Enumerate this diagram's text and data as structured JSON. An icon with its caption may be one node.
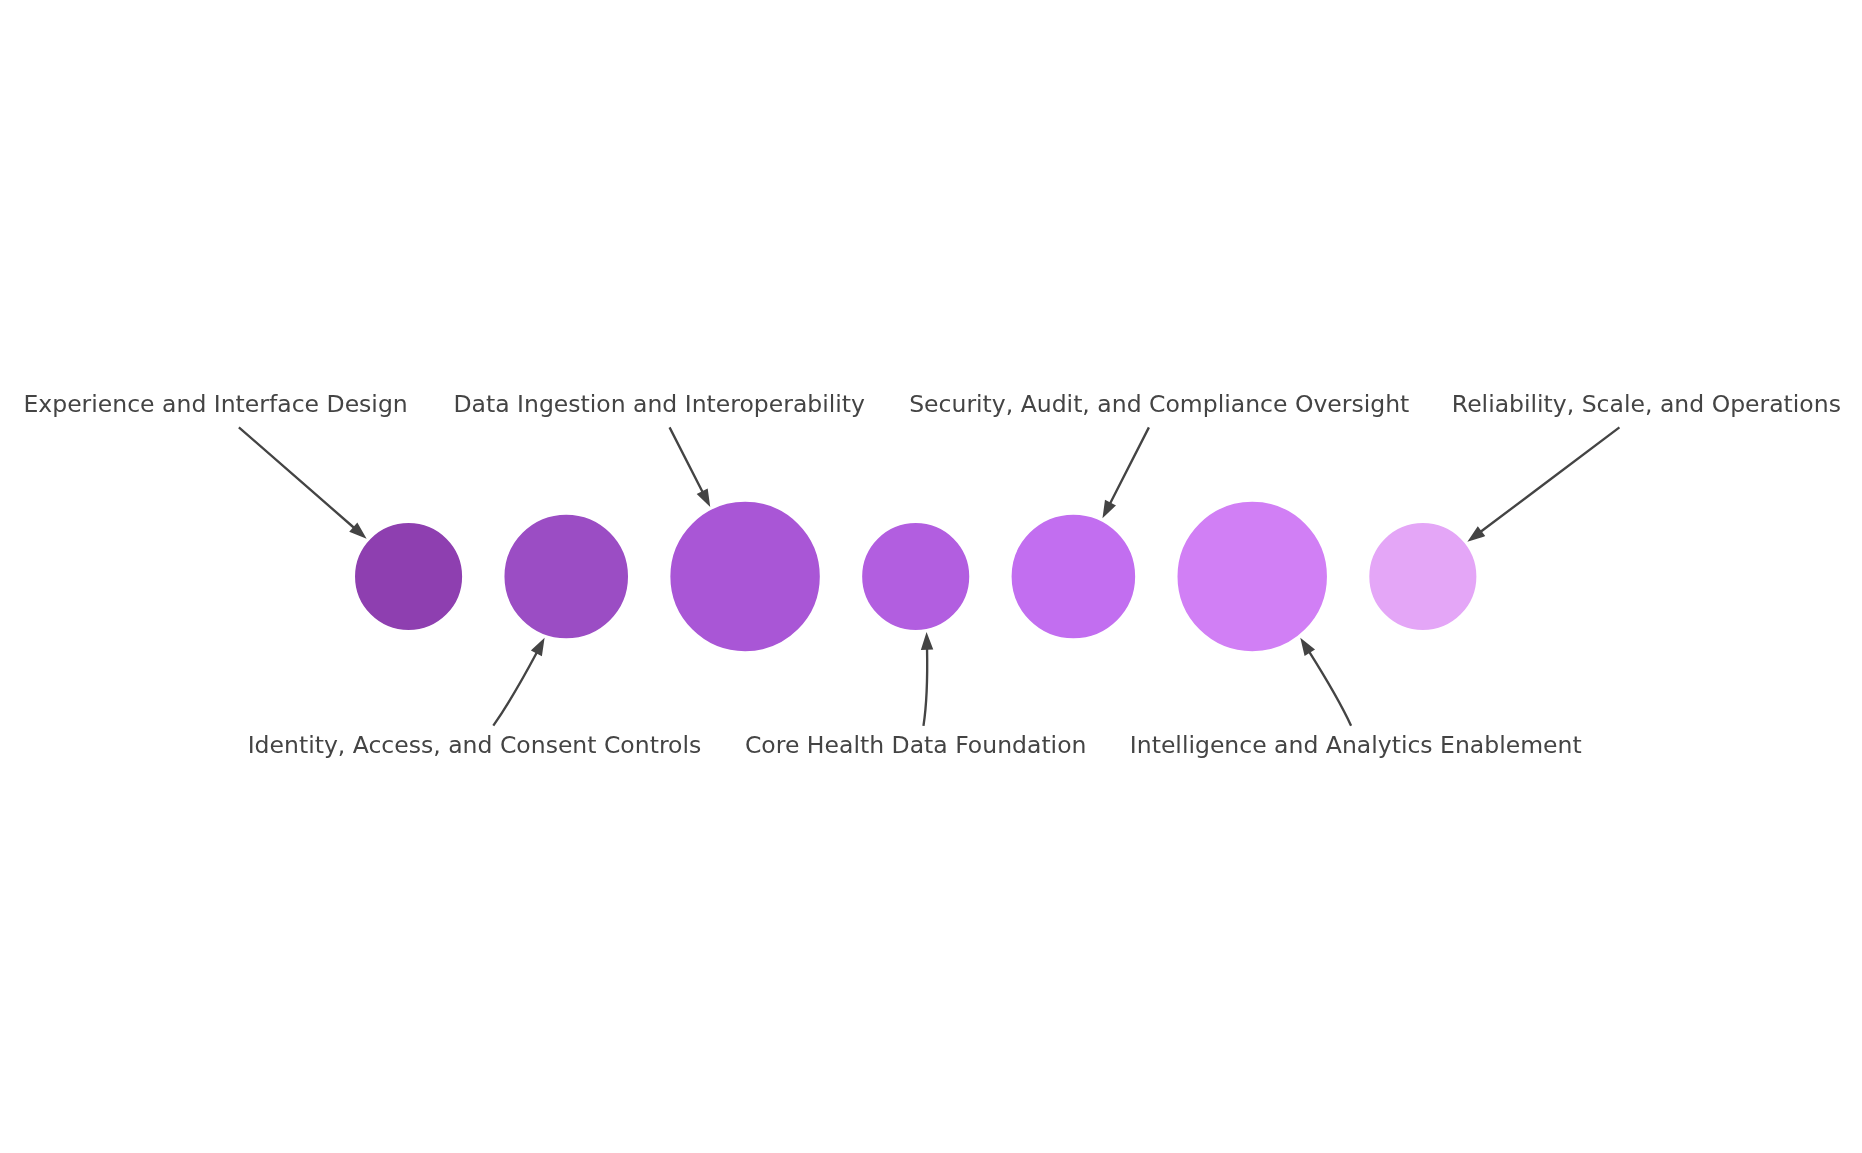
{
  "diagram": {
    "nodes": [
      {
        "text": [
          "Experience and Interface Design"
        ]
      },
      {
        "text": [
          "Data Ingestion and Interoperability"
        ]
      },
      {
        "text": [
          "Security, Audit, and Compliance Oversight"
        ]
      },
      {
        "text": [
          "Reliability, Scale, and Operations"
        ]
      },
      {
        "text": [
          "Identity, Access, and Consent Controls"
        ]
      },
      {
        "text": [
          "Core Health Data Foundation"
        ]
      },
      {
        "text": [
          "Intelligence and Analytics Enablement"
        ]
      },
      {
        "text": [],
        "shape": "gear"
      },
      {
        "text": [],
        "shape": "gear"
      },
      {
        "text": [],
        "shape": "gear"
      },
      {
        "text": [],
        "shape": "gear"
      },
      {
        "text": [],
        "shape": "gear"
      },
      {
        "text": [],
        "shape": "gear"
      },
      {
        "text": [],
        "shape": "gear"
      }
    ],
    "edges": [
      {
        "from": 0,
        "to": 7,
        "arrow": "to"
      },
      {
        "from": 1,
        "to": 9,
        "arrow": "to"
      },
      {
        "from": 2,
        "to": 11,
        "arrow": "to"
      },
      {
        "from": 3,
        "to": 13,
        "arrow": "to"
      },
      {
        "from": 4,
        "to": 8,
        "arrow": "to"
      },
      {
        "from": 5,
        "to": 10,
        "arrow": "to"
      },
      {
        "from": 6,
        "to": 12,
        "arrow": "to"
      }
    ]
  }
}
